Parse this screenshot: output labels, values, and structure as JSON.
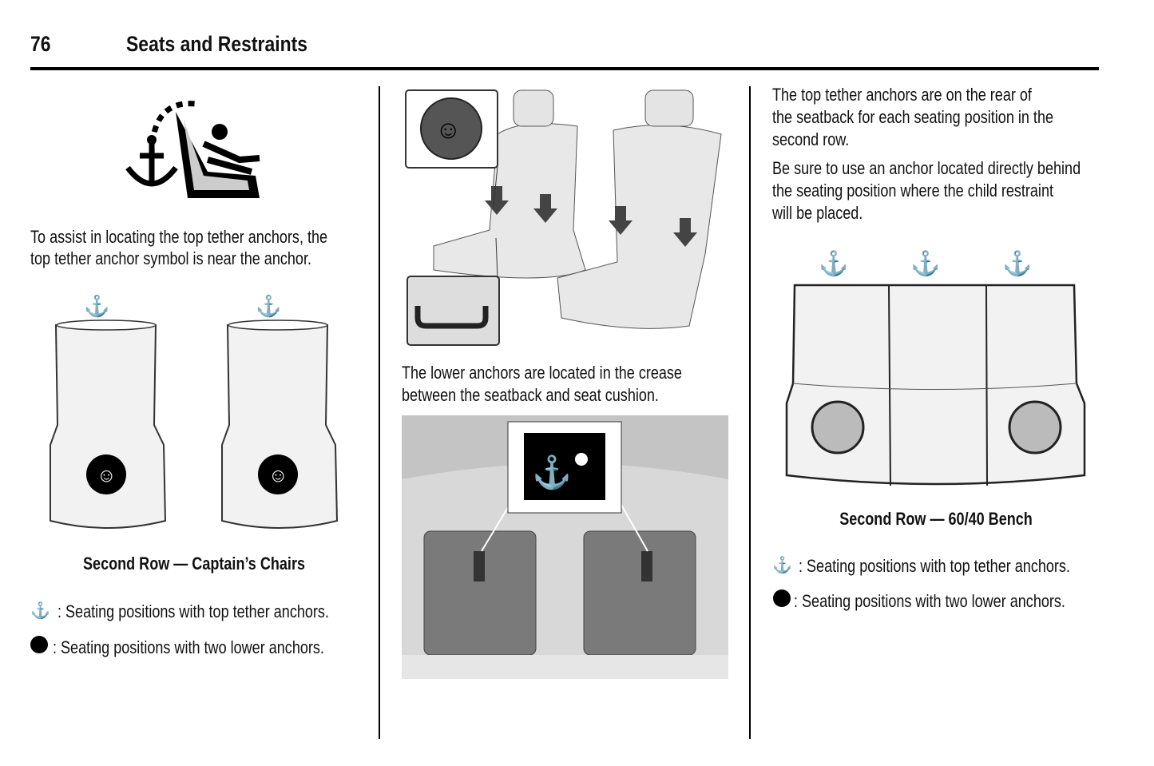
{
  "header": {
    "page_number": "76",
    "title": "Seats and Restraints"
  },
  "col1": {
    "intro": [
      "To assist in locating the top tether anchors, the",
      "top tether anchor symbol is near the anchor."
    ],
    "caption": "Second Row — Captain’s Chairs",
    "legend_tether": ": Seating positions with top tether anchors.",
    "legend_lower": ": Seating positions with two lower anchors."
  },
  "col2": {
    "text": [
      "The lower anchors are located in the crease",
      "between the seatback and seat cushion."
    ]
  },
  "col3": {
    "p1": [
      "The top tether anchors are on the rear of",
      "the seatback for each seating position in the",
      "second row."
    ],
    "p2": [
      "Be sure to use an anchor located directly behind",
      "the seating position where the child restraint",
      "will be placed."
    ],
    "caption": "Second Row — 60/40 Bench",
    "legend_tether": ": Seating positions with top tether anchors.",
    "legend_lower": ": Seating positions with two lower anchors."
  }
}
